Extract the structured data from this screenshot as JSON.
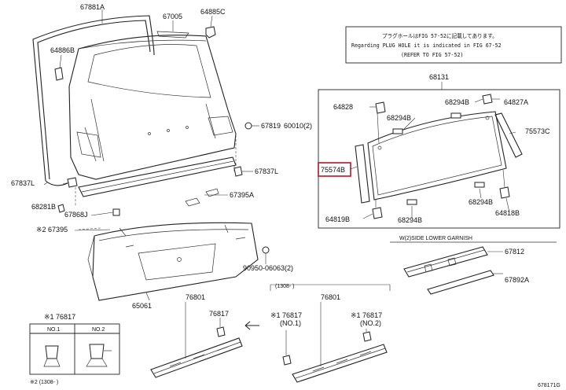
{
  "labels": {
    "p67881a": "67881A",
    "p67005": "67005",
    "p64885c": "64885C",
    "p64886b": "64886B",
    "p67819": "67819",
    "p60010": "60010(2)",
    "p67837l_right": "67837L",
    "p67837l_left": "67837L",
    "p67395a": "67395A",
    "p68281b": "68281B",
    "p67868j": "67868J",
    "p67395_mark": "※2 67395",
    "p90950": "90950-06063(2)",
    "p65061": "65061",
    "p68131": "68131",
    "p64828": "64828",
    "p68294b_a": "68294B",
    "p64827a": "64827A",
    "p68294b_b": "68294B",
    "p75573c": "75573C",
    "p75574b": "75574B",
    "p68294b_c": "68294B",
    "p64819b": "64819B",
    "p68294b_d": "68294B",
    "p64818b": "64818B",
    "garnish_title": "W(2)SIDE LOWER GARNISH",
    "p67812": "67812",
    "p67892a": "67892A",
    "p76801_left": "76801",
    "p76817_left": "76817",
    "p76801_right": "76801",
    "p76817_no1": "※1 76817",
    "no1_paren": "(NO.1)",
    "p76817_no2": "※1 76817",
    "no2_paren": "(NO.2)",
    "date_1308": "(1308-    )",
    "legend_title": "※1 76817",
    "legend_no1": "NO.1",
    "legend_no2": "NO.2",
    "footnote": "※2 (1308-    )",
    "figure_code": "678171G"
  },
  "note": {
    "line1": "プラグホールはFIG 57-52に記載してあります。",
    "line2": "Regarding PLUG HOLE it is indicated in FIG 67-52",
    "line3": "(REFER TO FIG 57-52)"
  }
}
